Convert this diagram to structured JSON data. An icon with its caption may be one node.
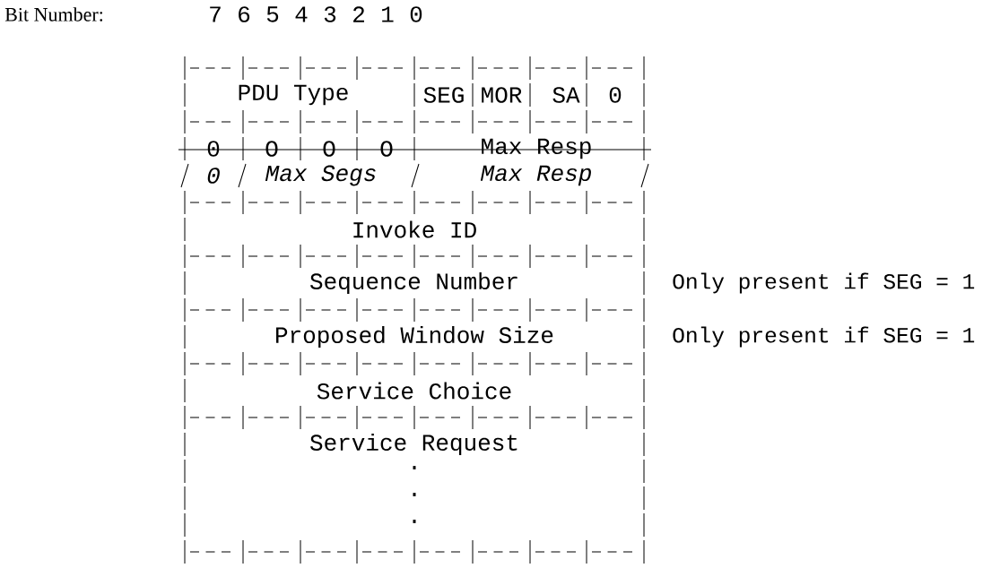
{
  "diagram": {
    "nodes": [
      {
        "text": [
          "PDU Type"
        ]
      },
      {
        "text": [
          "SEG"
        ]
      },
      {
        "text": [
          "MOR"
        ]
      },
      {
        "text": [
          "SA"
        ]
      },
      {
        "text": [
          "0"
        ]
      },
      {
        "text": [
          "0"
        ]
      },
      {
        "text": [
          "O"
        ]
      },
      {
        "text": [
          "O"
        ]
      },
      {
        "text": [
          "O"
        ]
      },
      {
        "text": [
          "Max Resp"
        ]
      },
      {
        "text": [
          "0"
        ]
      },
      {
        "text": [
          "Max Segs"
        ]
      },
      {
        "text": [
          "Max Resp"
        ]
      },
      {
        "text": [
          "Invoke ID"
        ]
      },
      {
        "text": [
          "Sequence Number"
        ]
      },
      {
        "text": [
          "Proposed Window Size"
        ]
      },
      {
        "text": [
          "Service Choice"
        ]
      },
      {
        "text": [
          "Service Request",
          ".",
          ".",
          "."
        ]
      }
    ],
    "labels": [
      "Bit Number:",
      "7",
      "6",
      "5",
      "4",
      "3",
      "2",
      "1",
      "0",
      "Only present if SEG = 1",
      "Only present if SEG = 1"
    ]
  }
}
